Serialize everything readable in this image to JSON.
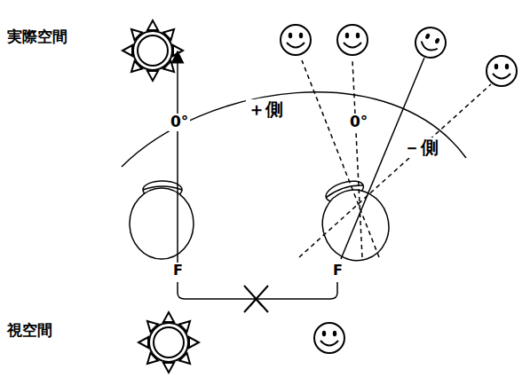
{
  "diagram": {
    "labels": [
      "実際空間",
      "0°",
      "＋側",
      "0°",
      "－側",
      "F",
      "F",
      "視空間"
    ]
  }
}
